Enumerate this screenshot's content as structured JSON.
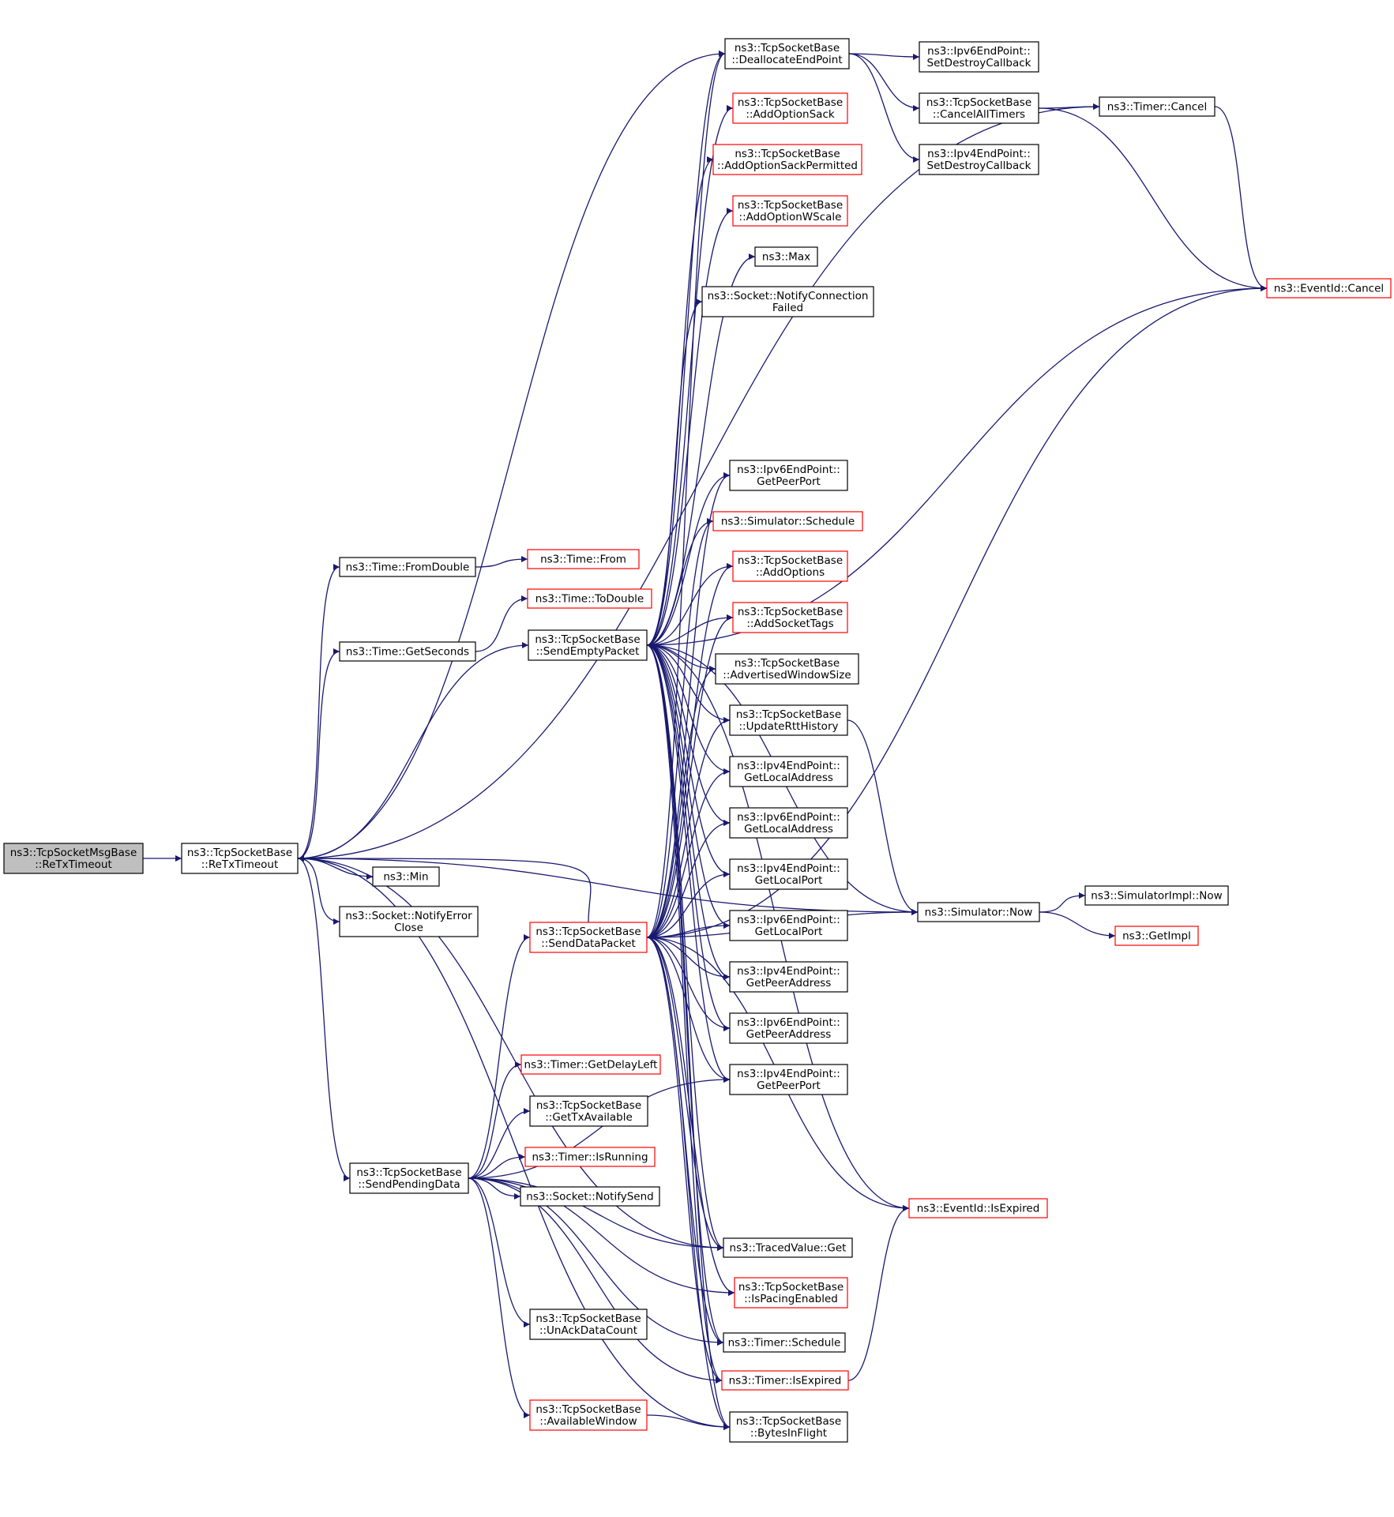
{
  "colors": {
    "edge": "#191970",
    "border_normal": "#000000",
    "border_red": "#ff0000",
    "fill_root": "#bfbfbf",
    "fill_normal": "#ffffff",
    "text": "#000000"
  },
  "nodes": [
    {
      "id": "root",
      "lines": [
        "ns3::TcpSocketMsgBase",
        "::ReTxTimeout"
      ],
      "style": "root"
    },
    {
      "id": "retx",
      "lines": [
        "ns3::TcpSocketBase",
        "::ReTxTimeout"
      ],
      "style": "normal"
    },
    {
      "id": "dealloc",
      "lines": [
        "ns3::TcpSocketBase",
        "::DeallocateEndPoint"
      ],
      "style": "normal"
    },
    {
      "id": "ipv6destroy",
      "lines": [
        "ns3::Ipv6EndPoint::",
        "SetDestroyCallback"
      ],
      "style": "normal"
    },
    {
      "id": "cancelall",
      "lines": [
        "ns3::TcpSocketBase",
        "::CancelAllTimers"
      ],
      "style": "normal"
    },
    {
      "id": "timercancel",
      "lines": [
        "ns3::Timer::Cancel"
      ],
      "style": "normal"
    },
    {
      "id": "ipv4destroy",
      "lines": [
        "ns3::Ipv4EndPoint::",
        "SetDestroyCallback"
      ],
      "style": "normal"
    },
    {
      "id": "addsack",
      "lines": [
        "ns3::TcpSocketBase",
        "::AddOptionSack"
      ],
      "style": "red"
    },
    {
      "id": "addsackperm",
      "lines": [
        "ns3::TcpSocketBase",
        "::AddOptionSackPermitted"
      ],
      "style": "red"
    },
    {
      "id": "addwscale",
      "lines": [
        "ns3::TcpSocketBase",
        "::AddOptionWScale"
      ],
      "style": "red"
    },
    {
      "id": "max",
      "lines": [
        "ns3::Max"
      ],
      "style": "normal"
    },
    {
      "id": "notifyconnfailed",
      "lines": [
        "ns3::Socket::NotifyConnection",
        "Failed"
      ],
      "style": "normal"
    },
    {
      "id": "eventcancel",
      "lines": [
        "ns3::EventId::Cancel"
      ],
      "style": "red"
    },
    {
      "id": "ipv6peerport",
      "lines": [
        "ns3::Ipv6EndPoint::",
        "GetPeerPort"
      ],
      "style": "normal"
    },
    {
      "id": "simschedule",
      "lines": [
        "ns3::Simulator::Schedule"
      ],
      "style": "red"
    },
    {
      "id": "fromdouble",
      "lines": [
        "ns3::Time::FromDouble"
      ],
      "style": "normal"
    },
    {
      "id": "timefrom",
      "lines": [
        "ns3::Time::From"
      ],
      "style": "red"
    },
    {
      "id": "addoptions",
      "lines": [
        "ns3::TcpSocketBase",
        "::AddOptions"
      ],
      "style": "red"
    },
    {
      "id": "todouble",
      "lines": [
        "ns3::Time::ToDouble"
      ],
      "style": "red"
    },
    {
      "id": "addsockettags",
      "lines": [
        "ns3::TcpSocketBase",
        "::AddSocketTags"
      ],
      "style": "red"
    },
    {
      "id": "sendempty",
      "lines": [
        "ns3::TcpSocketBase",
        "::SendEmptyPacket"
      ],
      "style": "normal"
    },
    {
      "id": "getseconds",
      "lines": [
        "ns3::Time::GetSeconds"
      ],
      "style": "normal"
    },
    {
      "id": "advwin",
      "lines": [
        "ns3::TcpSocketBase",
        "::AdvertisedWindowSize"
      ],
      "style": "normal"
    },
    {
      "id": "updatertt",
      "lines": [
        "ns3::TcpSocketBase",
        "::UpdateRttHistory"
      ],
      "style": "normal"
    },
    {
      "id": "ipv4localaddr",
      "lines": [
        "ns3::Ipv4EndPoint::",
        "GetLocalAddress"
      ],
      "style": "normal"
    },
    {
      "id": "ipv6localaddr",
      "lines": [
        "ns3::Ipv6EndPoint::",
        "GetLocalAddress"
      ],
      "style": "normal"
    },
    {
      "id": "min",
      "lines": [
        "ns3::Min"
      ],
      "style": "normal"
    },
    {
      "id": "ipv4localport",
      "lines": [
        "ns3::Ipv4EndPoint::",
        "GetLocalPort"
      ],
      "style": "normal"
    },
    {
      "id": "simnow",
      "lines": [
        "ns3::Simulator::Now"
      ],
      "style": "normal"
    },
    {
      "id": "implnow",
      "lines": [
        "ns3::SimulatorImpl::Now"
      ],
      "style": "normal"
    },
    {
      "id": "notifyerrorclose",
      "lines": [
        "ns3::Socket::NotifyError",
        "Close"
      ],
      "style": "normal"
    },
    {
      "id": "senddata",
      "lines": [
        "ns3::TcpSocketBase",
        "::SendDataPacket"
      ],
      "style": "red"
    },
    {
      "id": "ipv6localport",
      "lines": [
        "ns3::Ipv6EndPoint::",
        "GetLocalPort"
      ],
      "style": "normal"
    },
    {
      "id": "getimpl",
      "lines": [
        "ns3::GetImpl"
      ],
      "style": "red"
    },
    {
      "id": "ipv4peeraddr",
      "lines": [
        "ns3::Ipv4EndPoint::",
        "GetPeerAddress"
      ],
      "style": "normal"
    },
    {
      "id": "ipv6peeraddr",
      "lines": [
        "ns3::Ipv6EndPoint::",
        "GetPeerAddress"
      ],
      "style": "normal"
    },
    {
      "id": "getdelayleft",
      "lines": [
        "ns3::Timer::GetDelayLeft"
      ],
      "style": "red"
    },
    {
      "id": "ipv4peerport",
      "lines": [
        "ns3::Ipv4EndPoint::",
        "GetPeerPort"
      ],
      "style": "normal"
    },
    {
      "id": "gettxavail",
      "lines": [
        "ns3::TcpSocketBase",
        "::GetTxAvailable"
      ],
      "style": "normal"
    },
    {
      "id": "isrunning",
      "lines": [
        "ns3::Timer::IsRunning"
      ],
      "style": "red"
    },
    {
      "id": "sendpending",
      "lines": [
        "ns3::TcpSocketBase",
        "::SendPendingData"
      ],
      "style": "normal"
    },
    {
      "id": "notifysend",
      "lines": [
        "ns3::Socket::NotifySend"
      ],
      "style": "normal"
    },
    {
      "id": "eventisexpired",
      "lines": [
        "ns3::EventId::IsExpired"
      ],
      "style": "red"
    },
    {
      "id": "tracedget",
      "lines": [
        "ns3::TracedValue::Get"
      ],
      "style": "normal"
    },
    {
      "id": "ispacing",
      "lines": [
        "ns3::TcpSocketBase",
        "::IsPacingEnabled"
      ],
      "style": "red"
    },
    {
      "id": "unackcount",
      "lines": [
        "ns3::TcpSocketBase",
        "::UnAckDataCount"
      ],
      "style": "normal"
    },
    {
      "id": "timerschedule",
      "lines": [
        "ns3::Timer::Schedule"
      ],
      "style": "normal"
    },
    {
      "id": "timerisexpired",
      "lines": [
        "ns3::Timer::IsExpired"
      ],
      "style": "red"
    },
    {
      "id": "availwin",
      "lines": [
        "ns3::TcpSocketBase",
        "::AvailableWindow"
      ],
      "style": "red"
    },
    {
      "id": "bytesinflight",
      "lines": [
        "ns3::TcpSocketBase",
        "::BytesInFlight"
      ],
      "style": "normal"
    }
  ],
  "edges": [
    [
      "root",
      "retx"
    ],
    [
      "retx",
      "dealloc"
    ],
    [
      "retx",
      "timercancel"
    ],
    [
      "retx",
      "fromdouble"
    ],
    [
      "retx",
      "getseconds"
    ],
    [
      "retx",
      "sendempty"
    ],
    [
      "retx",
      "min"
    ],
    [
      "retx",
      "notifyerrorclose"
    ],
    [
      "retx",
      "sendpending"
    ],
    [
      "retx",
      "bytesinflight"
    ],
    [
      "retx",
      "simnow"
    ],
    [
      "retx",
      "tracedget"
    ],
    [
      "dealloc",
      "ipv6destroy"
    ],
    [
      "dealloc",
      "cancelall"
    ],
    [
      "dealloc",
      "ipv4destroy"
    ],
    [
      "cancelall",
      "timercancel"
    ],
    [
      "cancelall",
      "eventcancel"
    ],
    [
      "timercancel",
      "eventcancel"
    ],
    [
      "fromdouble",
      "timefrom"
    ],
    [
      "getseconds",
      "todouble"
    ],
    [
      "sendempty",
      "dealloc"
    ],
    [
      "sendempty",
      "addsack"
    ],
    [
      "sendempty",
      "addsackperm"
    ],
    [
      "sendempty",
      "addwscale"
    ],
    [
      "sendempty",
      "max"
    ],
    [
      "sendempty",
      "notifyconnfailed"
    ],
    [
      "sendempty",
      "eventcancel"
    ],
    [
      "sendempty",
      "simnow"
    ],
    [
      "sendempty",
      "ipv6peerport"
    ],
    [
      "sendempty",
      "simschedule"
    ],
    [
      "sendempty",
      "addoptions"
    ],
    [
      "sendempty",
      "addsockettags"
    ],
    [
      "sendempty",
      "advwin"
    ],
    [
      "sendempty",
      "updatertt"
    ],
    [
      "sendempty",
      "ipv4localaddr"
    ],
    [
      "sendempty",
      "ipv6localaddr"
    ],
    [
      "sendempty",
      "ipv4localport"
    ],
    [
      "sendempty",
      "ipv6localport"
    ],
    [
      "sendempty",
      "ipv4peeraddr"
    ],
    [
      "sendempty",
      "ipv6peeraddr"
    ],
    [
      "sendempty",
      "ipv4peerport"
    ],
    [
      "sendempty",
      "eventisexpired"
    ],
    [
      "sendempty",
      "tracedget"
    ],
    [
      "sendempty",
      "timerschedule"
    ],
    [
      "sendempty",
      "timerisexpired"
    ],
    [
      "sendempty",
      "bytesinflight"
    ],
    [
      "senddata",
      "retx"
    ],
    [
      "senddata",
      "dealloc"
    ],
    [
      "senddata",
      "ipv6peerport"
    ],
    [
      "senddata",
      "simschedule"
    ],
    [
      "senddata",
      "addoptions"
    ],
    [
      "senddata",
      "addsockettags"
    ],
    [
      "senddata",
      "advwin"
    ],
    [
      "senddata",
      "updatertt"
    ],
    [
      "senddata",
      "ipv4localaddr"
    ],
    [
      "senddata",
      "ipv6localaddr"
    ],
    [
      "senddata",
      "ipv4localport"
    ],
    [
      "senddata",
      "ipv6localport"
    ],
    [
      "senddata",
      "ipv4peeraddr"
    ],
    [
      "senddata",
      "ipv6peeraddr"
    ],
    [
      "senddata",
      "ipv4peerport"
    ],
    [
      "senddata",
      "simnow"
    ],
    [
      "senddata",
      "eventcancel"
    ],
    [
      "senddata",
      "eventisexpired"
    ],
    [
      "senddata",
      "tracedget"
    ],
    [
      "senddata",
      "ispacing"
    ],
    [
      "senddata",
      "timerschedule"
    ],
    [
      "senddata",
      "timerisexpired"
    ],
    [
      "senddata",
      "bytesinflight"
    ],
    [
      "updatertt",
      "simnow"
    ],
    [
      "simnow",
      "implnow"
    ],
    [
      "simnow",
      "getimpl"
    ],
    [
      "sendpending",
      "senddata"
    ],
    [
      "sendpending",
      "getdelayleft"
    ],
    [
      "sendpending",
      "gettxavail"
    ],
    [
      "sendpending",
      "isrunning"
    ],
    [
      "sendpending",
      "notifysend"
    ],
    [
      "sendpending",
      "ispacing"
    ],
    [
      "sendpending",
      "unackcount"
    ],
    [
      "sendpending",
      "timerschedule"
    ],
    [
      "sendpending",
      "timerisexpired"
    ],
    [
      "sendpending",
      "availwin"
    ],
    [
      "sendpending",
      "tracedget"
    ],
    [
      "sendpending",
      "ipv4peerport"
    ],
    [
      "availwin",
      "bytesinflight"
    ],
    [
      "timerisexpired",
      "eventisexpired"
    ]
  ]
}
